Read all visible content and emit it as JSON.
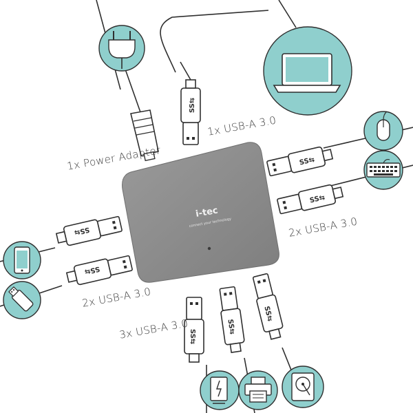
{
  "brand": {
    "name": "i-tec",
    "tagline": "connect your technology"
  },
  "labels": {
    "power": "1x Power Adapter",
    "usb_top": "1x USB-A 3.0",
    "usb_right": "2x USB-A 3.0",
    "usb_left": "2x USB-A 3.0",
    "usb_bottom": "3x USB-A 3.0"
  },
  "connector_text": "SS",
  "colors": {
    "teal": "#8fcfcd",
    "hub": "#8d8d8d",
    "cable": "#2f2f2f",
    "text": "#3a3a3a"
  },
  "devices": [
    "power-plug-icon",
    "laptop-icon",
    "mouse-icon",
    "keyboard-icon",
    "smartphone-icon",
    "usb-flash-drive-icon",
    "external-drive-icon",
    "printer-icon",
    "hard-disk-icon"
  ]
}
